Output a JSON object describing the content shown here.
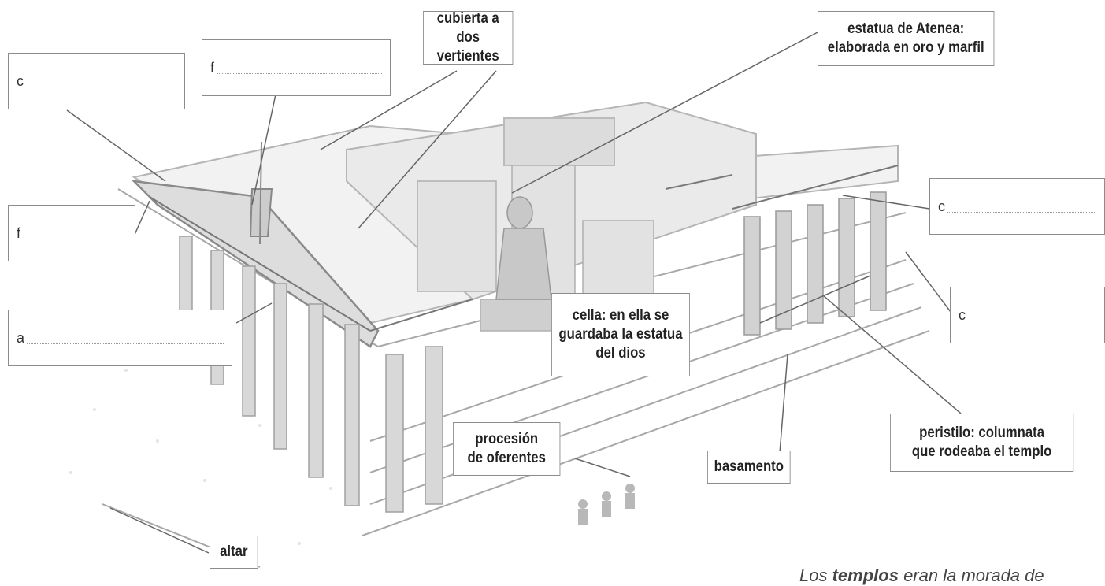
{
  "labels": {
    "cubierta": "cubierta a dos\nvertientes",
    "estatua": "estatua de Atenea:\nelaborada en oro y marfil",
    "cella": "cella: en ella se\nguardaba la estatua\ndel dios",
    "procesion": "procesión\nde oferentes",
    "basamento": "basamento",
    "peristilo": "peristilo: columnata\nque rodeaba el templo",
    "altar": "altar"
  },
  "blanks": {
    "c1": "c",
    "f1": "f",
    "f2": "f",
    "a": "a",
    "c2": "c",
    "c3": "c"
  },
  "caption": {
    "prefix": "Los ",
    "bold": "templos",
    "suffix": " eran la morada de"
  },
  "colors": {
    "temple_stroke": "#9a9a9a",
    "temple_fill": "#d9d9d9",
    "leader": "#666666"
  }
}
